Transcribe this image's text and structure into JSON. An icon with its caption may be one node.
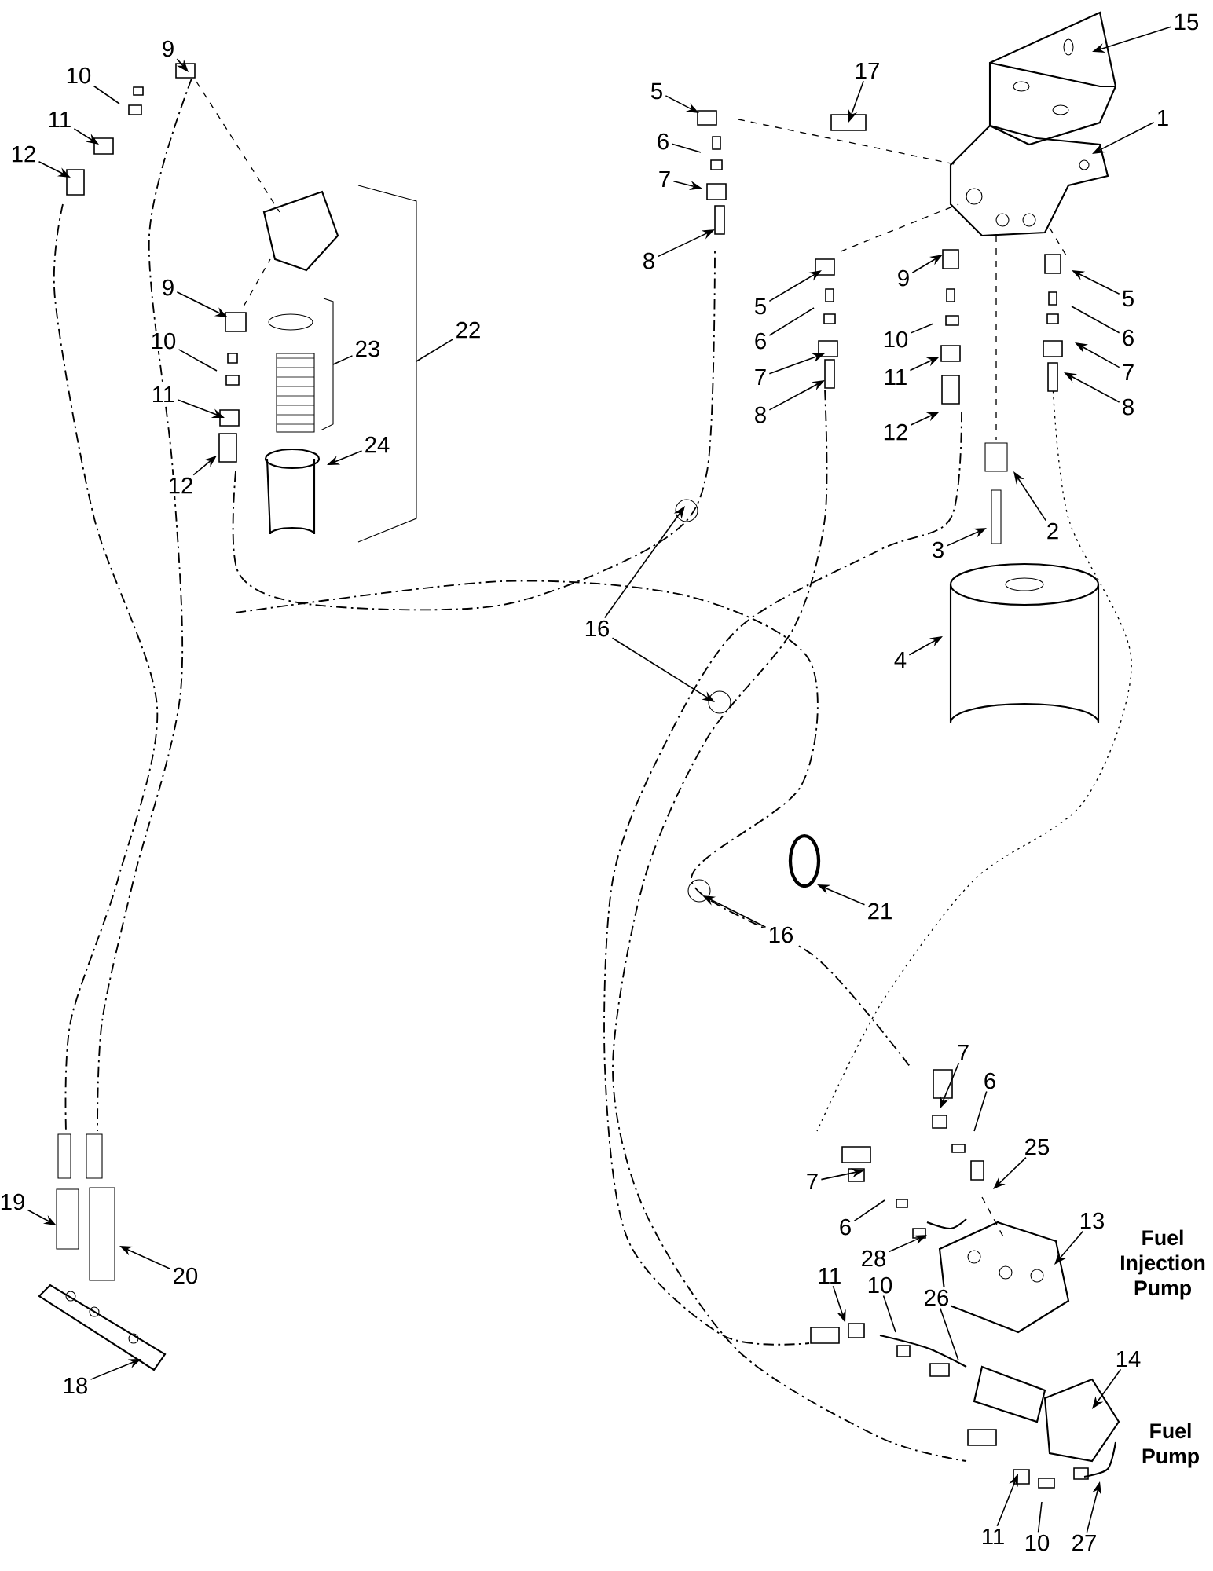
{
  "diagram": {
    "nodes": [
      {
        "text": [
          "9"
        ]
      },
      {
        "text": [
          "10"
        ]
      },
      {
        "text": [
          "11"
        ]
      },
      {
        "text": [
          "12"
        ]
      },
      {
        "text": [
          "9"
        ]
      },
      {
        "text": [
          "10"
        ]
      },
      {
        "text": [
          "11"
        ]
      },
      {
        "text": [
          "12"
        ]
      },
      {
        "text": [
          "23"
        ]
      },
      {
        "text": [
          "22"
        ]
      },
      {
        "text": [
          "24"
        ]
      },
      {
        "text": [
          "15"
        ]
      },
      {
        "text": [
          "17"
        ]
      },
      {
        "text": [
          "1"
        ]
      },
      {
        "text": [
          "5"
        ]
      },
      {
        "text": [
          "6"
        ]
      },
      {
        "text": [
          "7"
        ]
      },
      {
        "text": [
          "8"
        ]
      },
      {
        "text": [
          "5"
        ]
      },
      {
        "text": [
          "6"
        ]
      },
      {
        "text": [
          "7"
        ]
      },
      {
        "text": [
          "8"
        ]
      },
      {
        "text": [
          "9"
        ]
      },
      {
        "text": [
          "10"
        ]
      },
      {
        "text": [
          "11"
        ]
      },
      {
        "text": [
          "12"
        ]
      },
      {
        "text": [
          "5"
        ]
      },
      {
        "text": [
          "6"
        ]
      },
      {
        "text": [
          "7"
        ]
      },
      {
        "text": [
          "8"
        ]
      },
      {
        "text": [
          "2"
        ]
      },
      {
        "text": [
          "3"
        ]
      },
      {
        "text": [
          "4"
        ]
      },
      {
        "text": [
          "16"
        ]
      },
      {
        "text": [
          "16"
        ]
      },
      {
        "text": [
          "21"
        ]
      },
      {
        "text": [
          "19"
        ]
      },
      {
        "text": [
          "20"
        ]
      },
      {
        "text": [
          "18"
        ]
      },
      {
        "text": [
          "7"
        ]
      },
      {
        "text": [
          "6"
        ]
      },
      {
        "text": [
          "25"
        ]
      },
      {
        "text": [
          "7"
        ]
      },
      {
        "text": [
          "6"
        ]
      },
      {
        "text": [
          "28"
        ]
      },
      {
        "text": [
          "13"
        ]
      },
      {
        "text": [
          "11"
        ]
      },
      {
        "text": [
          "10"
        ]
      },
      {
        "text": [
          "26"
        ]
      },
      {
        "text": [
          "14"
        ]
      },
      {
        "text": [
          "11"
        ]
      },
      {
        "text": [
          "10"
        ]
      },
      {
        "text": [
          "27"
        ]
      }
    ],
    "edges": [
      {
        "from": 0,
        "to": null,
        "arrow": "to"
      },
      {
        "from": 1,
        "to": null,
        "arrow": "none"
      },
      {
        "from": 2,
        "to": null,
        "arrow": "to"
      },
      {
        "from": 3,
        "to": null,
        "arrow": "to"
      },
      {
        "from": 4,
        "to": null,
        "arrow": "to"
      },
      {
        "from": 5,
        "to": null,
        "arrow": "none"
      },
      {
        "from": 6,
        "to": null,
        "arrow": "to"
      },
      {
        "from": 7,
        "to": null,
        "arrow": "to"
      },
      {
        "from": 8,
        "to": null,
        "arrow": "none"
      },
      {
        "from": 9,
        "to": null,
        "arrow": "none"
      },
      {
        "from": 10,
        "to": null,
        "arrow": "to"
      },
      {
        "from": 11,
        "to": null,
        "arrow": "to"
      },
      {
        "from": 12,
        "to": null,
        "arrow": "to"
      },
      {
        "from": 13,
        "to": null,
        "arrow": "to"
      },
      {
        "from": 14,
        "to": null,
        "arrow": "to"
      },
      {
        "from": 15,
        "to": null,
        "arrow": "none"
      },
      {
        "from": 16,
        "to": null,
        "arrow": "to"
      },
      {
        "from": 17,
        "to": null,
        "arrow": "to"
      },
      {
        "from": 18,
        "to": null,
        "arrow": "to"
      },
      {
        "from": 19,
        "to": null,
        "arrow": "none"
      },
      {
        "from": 20,
        "to": null,
        "arrow": "to"
      },
      {
        "from": 21,
        "to": null,
        "arrow": "to"
      },
      {
        "from": 22,
        "to": null,
        "arrow": "to"
      },
      {
        "from": 23,
        "to": null,
        "arrow": "none"
      },
      {
        "from": 24,
        "to": null,
        "arrow": "to"
      },
      {
        "from": 25,
        "to": null,
        "arrow": "to"
      },
      {
        "from": 26,
        "to": null,
        "arrow": "to"
      },
      {
        "from": 27,
        "to": null,
        "arrow": "none"
      },
      {
        "from": 28,
        "to": null,
        "arrow": "to"
      },
      {
        "from": 29,
        "to": null,
        "arrow": "to"
      },
      {
        "from": 30,
        "to": null,
        "arrow": "to"
      },
      {
        "from": 31,
        "to": null,
        "arrow": "to"
      },
      {
        "from": 32,
        "to": null,
        "arrow": "to"
      },
      {
        "from": 33,
        "to": null,
        "arrow": "to"
      },
      {
        "from": 33,
        "to": null,
        "arrow": "to"
      },
      {
        "from": 34,
        "to": null,
        "arrow": "to"
      },
      {
        "from": 35,
        "to": null,
        "arrow": "to"
      },
      {
        "from": 36,
        "to": null,
        "arrow": "to"
      },
      {
        "from": 37,
        "to": null,
        "arrow": "to"
      },
      {
        "from": 38,
        "to": null,
        "arrow": "to"
      },
      {
        "from": 39,
        "to": null,
        "arrow": "to"
      },
      {
        "from": 40,
        "to": null,
        "arrow": "none"
      },
      {
        "from": 41,
        "to": null,
        "arrow": "to"
      },
      {
        "from": 42,
        "to": null,
        "arrow": "to"
      },
      {
        "from": 43,
        "to": null,
        "arrow": "none"
      },
      {
        "from": 44,
        "to": null,
        "arrow": "to"
      },
      {
        "from": 45,
        "to": null,
        "arrow": "to"
      },
      {
        "from": 46,
        "to": null,
        "arrow": "to"
      },
      {
        "from": 47,
        "to": null,
        "arrow": "none"
      },
      {
        "from": 48,
        "to": null,
        "arrow": "none"
      },
      {
        "from": 49,
        "to": null,
        "arrow": "to"
      },
      {
        "from": 50,
        "to": null,
        "arrow": "to"
      },
      {
        "from": 51,
        "to": null,
        "arrow": "none"
      },
      {
        "from": 52,
        "to": null,
        "arrow": "to"
      }
    ],
    "labels": [
      "Fuel Injection Pump",
      "Fuel Pump"
    ]
  }
}
